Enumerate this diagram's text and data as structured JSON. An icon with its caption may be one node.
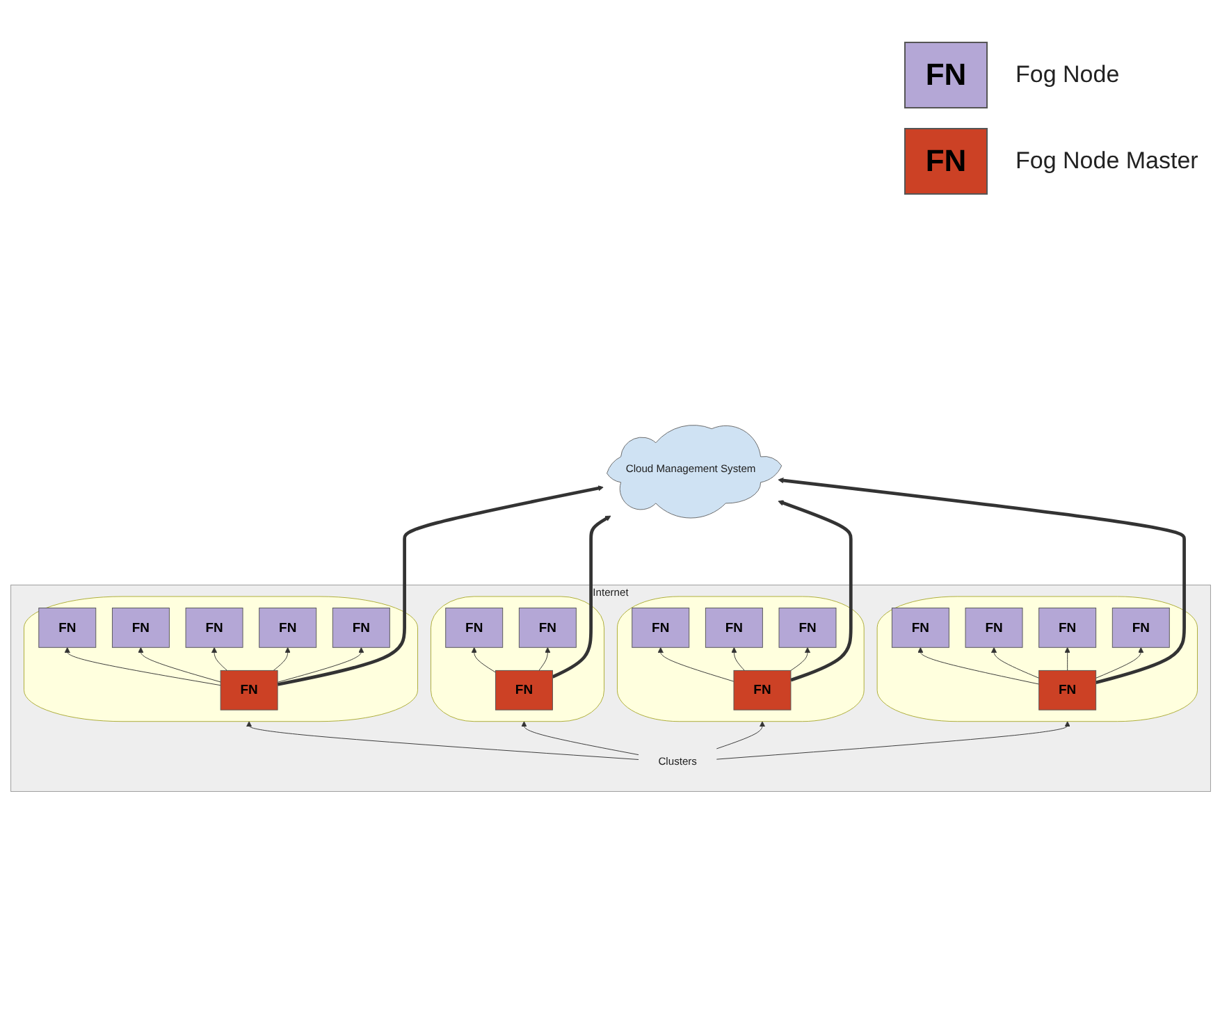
{
  "diagram": {
    "nodes": [
      {
        "text": [
          "Cloud Management System"
        ]
      },
      {
        "text": [
          "Internet"
        ]
      },
      {
        "text": [],
        "shape": "ellipse",
        "in": 1
      },
      {
        "text": [
          "FN"
        ],
        "in": 2
      },
      {
        "text": [
          "FN"
        ],
        "in": 2
      },
      {
        "text": [
          "FN"
        ],
        "in": 2
      },
      {
        "text": [
          "FN"
        ],
        "in": 2
      },
      {
        "text": [
          "FN"
        ],
        "in": 2
      },
      {
        "text": [
          "FN"
        ],
        "in": 2
      },
      {
        "text": [],
        "shape": "ellipse",
        "in": 1
      },
      {
        "text": [
          "FN"
        ],
        "in": 9
      },
      {
        "text": [
          "FN"
        ],
        "in": 9
      },
      {
        "text": [
          "FN"
        ],
        "in": 9
      },
      {
        "text": [
          "Clusters"
        ],
        "in": 1
      },
      {
        "text": [],
        "shape": "ellipse",
        "in": 1
      },
      {
        "text": [
          "FN"
        ],
        "in": 14
      },
      {
        "text": [
          "FN"
        ],
        "in": 14
      },
      {
        "text": [
          "FN"
        ],
        "in": 14
      },
      {
        "text": [
          "FN"
        ],
        "in": 14
      },
      {
        "text": [],
        "shape": "ellipse",
        "in": 1
      },
      {
        "text": [
          "FN"
        ],
        "in": 19
      },
      {
        "text": [
          "FN"
        ],
        "in": 19
      },
      {
        "text": [
          "FN"
        ],
        "in": 19
      },
      {
        "text": [
          "FN"
        ],
        "in": 19
      },
      {
        "text": [
          "FN"
        ],
        "in": 19
      }
    ],
    "edges": [
      {
        "from": 3,
        "to": 0,
        "arrow": "to",
        "style": "thick"
      },
      {
        "from": 10,
        "to": 0,
        "arrow": "to",
        "style": "thick"
      },
      {
        "from": 15,
        "to": 0,
        "arrow": "to",
        "style": "thick"
      },
      {
        "from": 20,
        "to": 0,
        "arrow": "to",
        "style": "thick"
      },
      {
        "from": 3,
        "to": 4,
        "arrow": "to"
      },
      {
        "from": 3,
        "to": 5,
        "arrow": "to"
      },
      {
        "from": 3,
        "to": 6,
        "arrow": "to"
      },
      {
        "from": 3,
        "to": 7,
        "arrow": "to"
      },
      {
        "from": 3,
        "to": 8,
        "arrow": "to"
      },
      {
        "from": 10,
        "to": 11,
        "arrow": "to"
      },
      {
        "from": 10,
        "to": 12,
        "arrow": "to"
      },
      {
        "from": 13,
        "to": 9,
        "arrow": "to"
      },
      {
        "from": 13,
        "to": 2,
        "arrow": "to"
      },
      {
        "from": 13,
        "to": 14,
        "arrow": "to"
      },
      {
        "from": 13,
        "to": 19,
        "arrow": "to"
      },
      {
        "from": 15,
        "to": 16,
        "arrow": "to"
      },
      {
        "from": 15,
        "to": 17,
        "arrow": "to"
      },
      {
        "from": 15,
        "to": 18,
        "arrow": "to"
      },
      {
        "from": 20,
        "to": 21,
        "arrow": "to"
      },
      {
        "from": 20,
        "to": 22,
        "arrow": "to"
      },
      {
        "from": 20,
        "to": 23,
        "arrow": "to"
      },
      {
        "from": 20,
        "to": 24,
        "arrow": "to"
      }
    ],
    "labels": [
      "FN",
      "FN"
    ],
    "legend": [
      {
        "text": "Fog Node",
        "color": "#b4a7d6"
      },
      {
        "text": "Fog Node Master",
        "color": "#cc4125"
      }
    ]
  }
}
